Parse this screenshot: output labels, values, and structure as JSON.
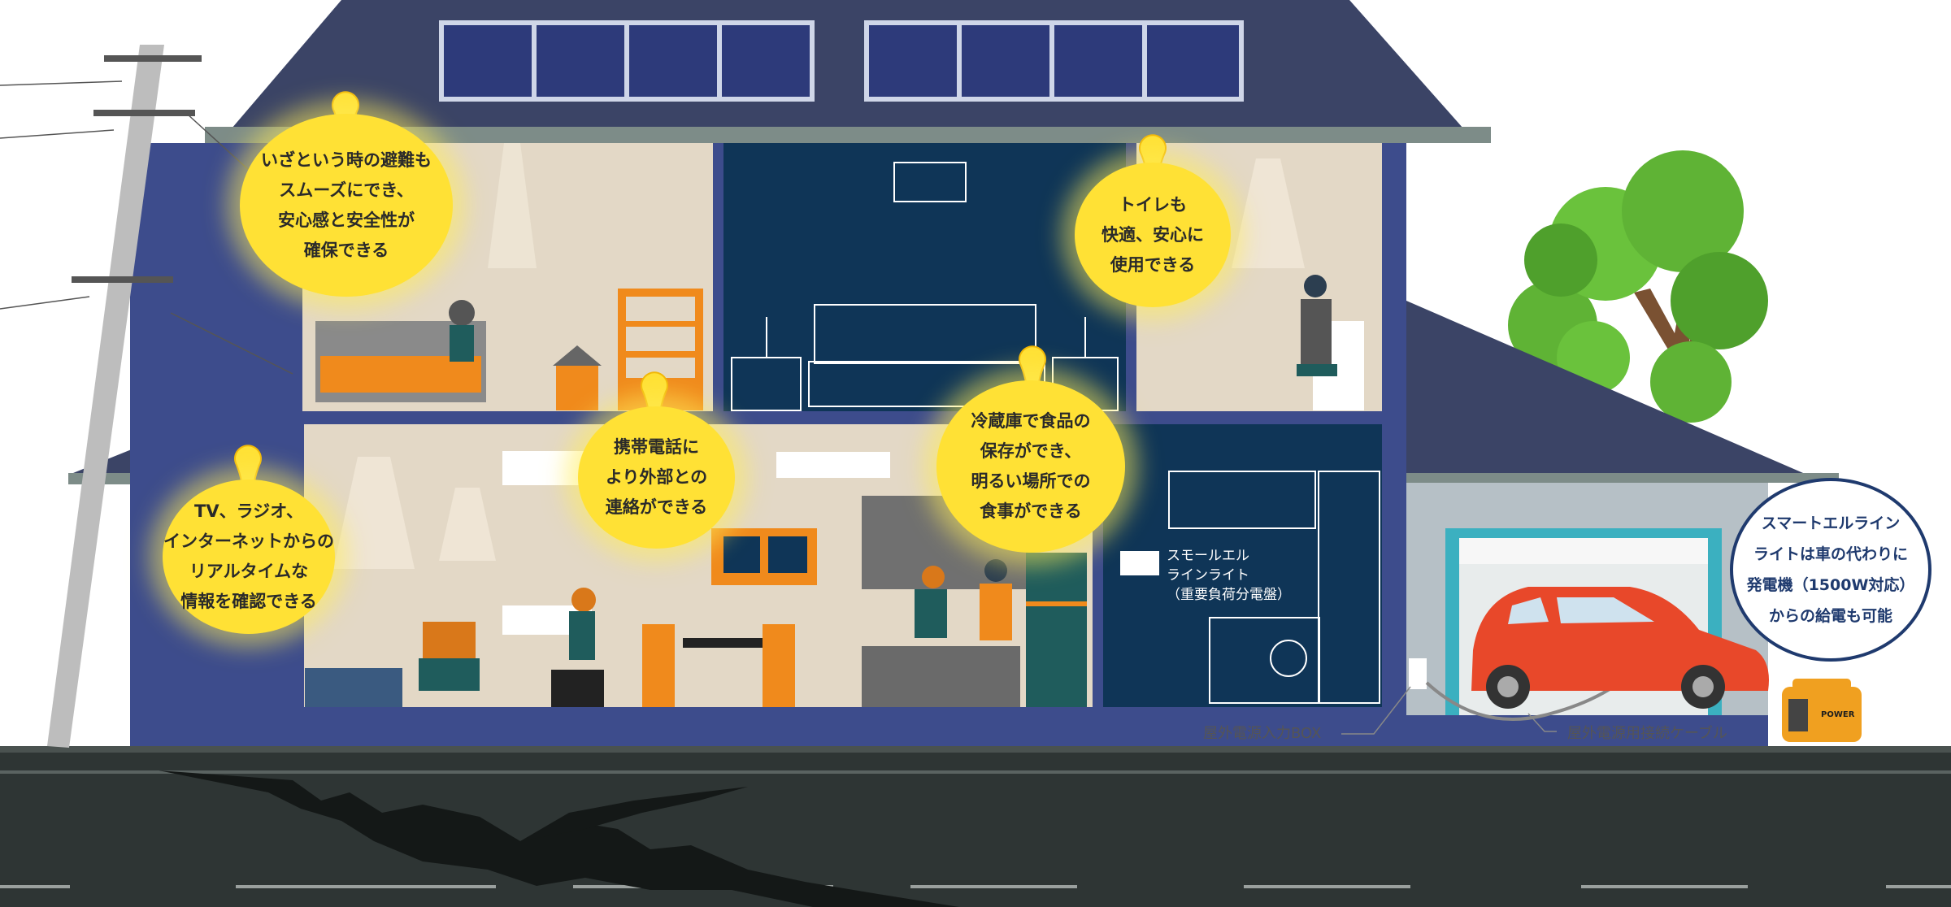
{
  "colors": {
    "roof": "#3b4466",
    "wall": "#3d4c8c",
    "interior_beige": "#e3d8c6",
    "interior_navy": "#0f3557",
    "orange": "#f08a1c",
    "bubble_yellow": "#ffe135",
    "road": "#2e3534",
    "car_red": "#e8482a",
    "tree_green": "#5fb335"
  },
  "bubbles": [
    {
      "id": "evacuation",
      "text": "いざという時の避難も\nスムーズにでき、\n安心感と安全性が\n確保できる"
    },
    {
      "id": "toilet",
      "text": "トイレも\n快適、安心に\n使用できる"
    },
    {
      "id": "phone",
      "text": "携帯電話に\nより外部との\n連絡ができる"
    },
    {
      "id": "fridge",
      "text": "冷蔵庫で食品の\n保存ができ、\n明るい場所での\n食事ができる"
    },
    {
      "id": "tv",
      "text": "TV、ラジオ、\nインターネットからの\nリアルタイムな\n情報を確認できる"
    }
  ],
  "callout": {
    "text": "スマートエルライン\nライトは車の代わりに\n発電機（1500W対応）\nからの給電も可能"
  },
  "labels": {
    "panel": "スモールエル\nラインライト\n（重要負荷分電盤）",
    "box": "屋外電源入力BOX",
    "cable": "屋外電源用接続ケーブル",
    "generator": "POWER"
  },
  "icons": [
    "bulb-icon",
    "solar-panel-icon",
    "utility-pole-icon",
    "tree-icon",
    "car-icon",
    "generator-icon",
    "house-icon"
  ]
}
